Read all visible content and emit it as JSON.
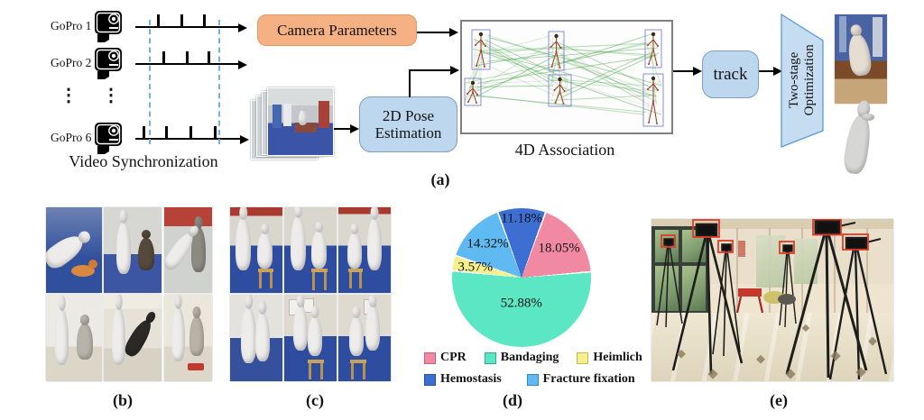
{
  "panels": {
    "a": {
      "label": "(a)"
    },
    "b": {
      "label": "(b)",
      "description": "Six camera views with a single white body mesh overlaid on real people performing first-aid actions"
    },
    "c": {
      "label": "(c)",
      "description": "Six camera views with two interacting white body meshes (bandaging a seated person on a stool)"
    },
    "d": {
      "label": "(d)"
    },
    "e": {
      "label": "(e)",
      "description": "Capture hall with GoPro cameras on tripods, each camera marked by a red box"
    }
  },
  "pipeline": {
    "video_sync": {
      "title": "Video Synchronization",
      "ellipsis": "⋮",
      "rows": [
        {
          "name": "GoPro 1",
          "ticks": [
            21,
            43,
            65
          ]
        },
        {
          "name": "GoPro 2",
          "ticks": [
            26,
            48,
            69
          ]
        },
        {
          "name": "GoPro 6",
          "ticks": [
            7,
            28,
            51,
            74
          ]
        }
      ]
    },
    "camera_parameters_label": "Camera Parameters",
    "pose_box": {
      "line1": "2D Pose",
      "line2": "Estimation"
    },
    "association_label": "4D Association",
    "track_label": "track",
    "optimization": {
      "line1": "Two-stage",
      "line2": "Optimization"
    },
    "descriptions": {
      "input_views": "Stack of multi-view video frames of the training room",
      "association_panel": "Six detected 2D skeletons in bounding boxes linked by green cross-view association lines",
      "overlay_result": "Reconstructed mesh overlaid on the source image",
      "mesh_result": "Final 3D human mesh"
    }
  },
  "chart_data": {
    "type": "pie",
    "title": "",
    "slices": [
      {
        "label": "CPR",
        "value": 18.05,
        "display": "18.05%",
        "color": "#F289A2",
        "swatch_border": "#C75E7C"
      },
      {
        "label": "Bandaging",
        "value": 52.88,
        "display": "52.88%",
        "color": "#5BE7C3",
        "swatch_border": "#2FA98B"
      },
      {
        "label": "Heimlich",
        "value": 3.57,
        "display": "3.57%",
        "color": "#F5EF8C",
        "swatch_border": "#C4B94D"
      },
      {
        "label": "Hemostasis",
        "value": 11.18,
        "display": "11.18%",
        "color": "#3D6ED1",
        "swatch_border": "#284E9E"
      },
      {
        "label": "Fracture fixation",
        "value": 14.32,
        "display": "14.32%",
        "color": "#60BAF2",
        "swatch_border": "#3187C2"
      }
    ],
    "draw_order": [
      "Hemostasis",
      "CPR",
      "Bandaging",
      "Heimlich",
      "Fracture fixation"
    ],
    "start_angle_deg": -20,
    "gap_deg": 1.4,
    "legend_rows": [
      [
        "CPR",
        "Bandaging",
        "Heimlich"
      ],
      [
        "Hemostasis",
        "Fracture fixation"
      ]
    ],
    "legend_position": "bottom"
  }
}
